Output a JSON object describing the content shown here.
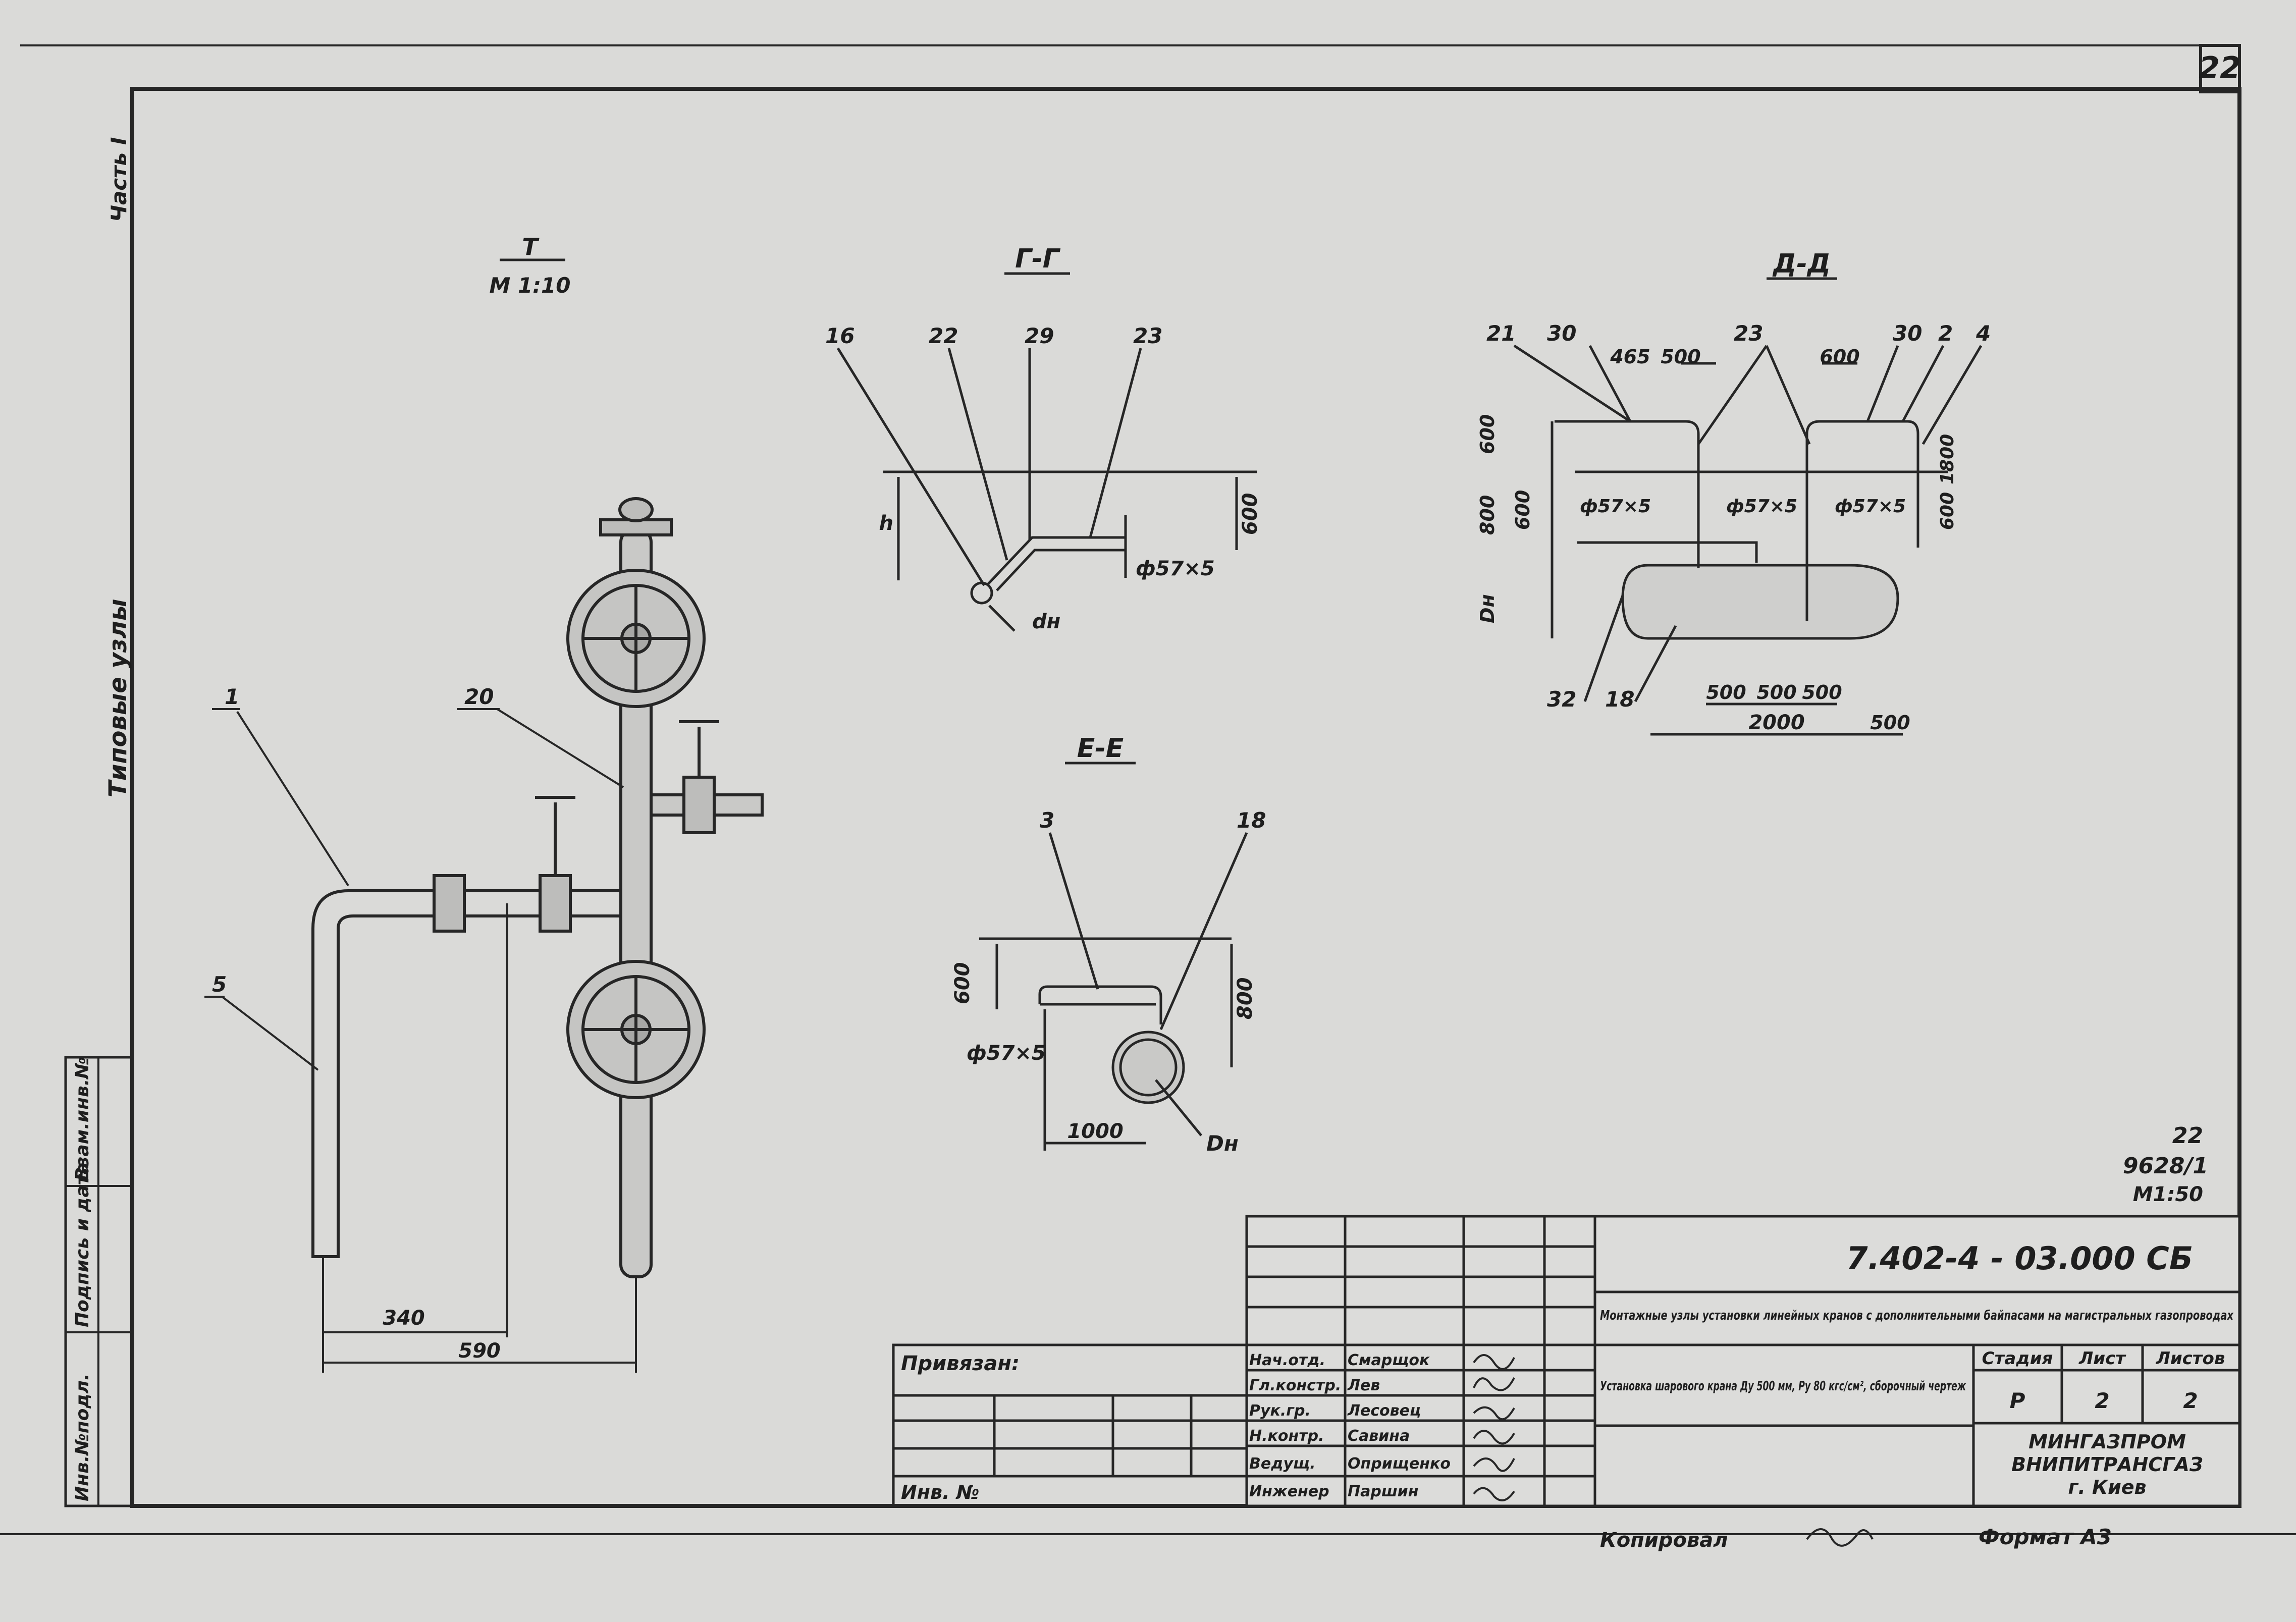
{
  "sheet_number": "22",
  "side_labels": {
    "chast": "Часть I",
    "tipovye": "Типовые узлы",
    "inv_podl": "Инв.№подл.",
    "podpis_data": "Подпись и дата",
    "vzam_inv": "Взам.инв.№"
  },
  "views": {
    "T": {
      "title": "Т",
      "scale": "М 1:10"
    },
    "GG": {
      "title": "Г-Г"
    },
    "DD": {
      "title": "Д-Д"
    },
    "EE": {
      "title": "Е-Е"
    }
  },
  "callouts": {
    "T": [
      "1",
      "5",
      "20"
    ],
    "GG": [
      "16",
      "22",
      "29",
      "23"
    ],
    "DD": [
      "21",
      "30",
      "23",
      "30",
      "2",
      "4",
      "32",
      "18"
    ],
    "EE": [
      "3",
      "18"
    ]
  },
  "dimensions": {
    "T": [
      "340",
      "590"
    ],
    "GG": [
      "h",
      "600",
      "ф57×5",
      "dн"
    ],
    "DD": [
      "465",
      "500",
      "600",
      "600",
      "800",
      "600",
      "Dн",
      "ф57×5",
      "ф57×5",
      "ф57×5",
      "600",
      "1800",
      "500",
      "500",
      "500",
      "2000",
      "500"
    ],
    "EE": [
      "600",
      "800",
      "ф57×5",
      "1000",
      "Dн"
    ]
  },
  "corner_note": [
    "22",
    "9628/1",
    "М1:50"
  ],
  "title_block": {
    "code": "7.402-4 - 03.000 СБ",
    "description": "Монтажные узлы установки линейных кранов с дополнительными байпасами на магистральных газопроводах",
    "item": "Установка шарового крана Ду 500 мм, Ру 80 кгс/см², сборочный чертеж",
    "privyazan": "Привязан:",
    "inv_no": "Инв. №",
    "stage_headers": [
      "Стадия",
      "Лист",
      "Листов"
    ],
    "stage_values": [
      "Р",
      "2",
      "2"
    ],
    "org": [
      "МИНГАЗПРОМ",
      "ВНИПИТРАНСГАЗ",
      "г. Киев"
    ],
    "personnel": [
      {
        "role": "Нач.отд.",
        "name": "Смарщок"
      },
      {
        "role": "Гл.констр.",
        "name": "Лев"
      },
      {
        "role": "Рук.гр.",
        "name": "Лесовец"
      },
      {
        "role": "Н.контр.",
        "name": "Савина"
      },
      {
        "role": "Ведущ.",
        "name": "Оприщенко"
      },
      {
        "role": "Инженер",
        "name": "Паршин"
      }
    ]
  },
  "bottom": {
    "kopiroval": "Копировал",
    "format": "Формат А3"
  }
}
